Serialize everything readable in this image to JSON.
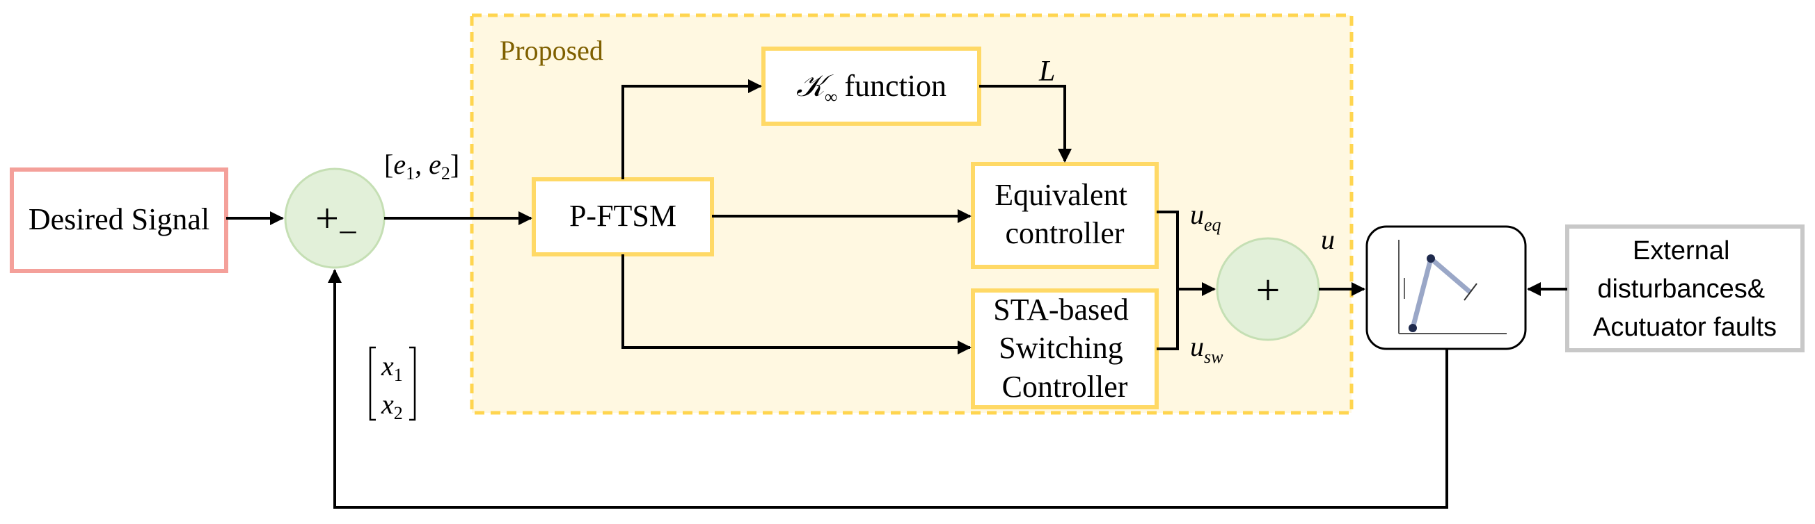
{
  "diagram": {
    "region": {
      "label": "Proposed"
    },
    "blocks": {
      "desired": {
        "label": "Desired Signal"
      },
      "sum1": {
        "label": "+",
        "sub": "–"
      },
      "pftsm": {
        "label": "P-FTSM"
      },
      "kinf": {
        "symbol": "𝒦",
        "sub": "∞",
        "text": "function"
      },
      "equivalent": {
        "lines": [
          "Equivalent",
          "controller"
        ]
      },
      "sta": {
        "lines": [
          "STA-based",
          "Switching",
          "Controller"
        ]
      },
      "sum2": {
        "label": "+"
      },
      "robot": {
        "icon": "robot-arm-icon"
      },
      "external": {
        "lines": [
          "External",
          "disturbances&",
          "Acutuator faults"
        ]
      }
    },
    "signals": {
      "error": {
        "open": "[",
        "e": "e",
        "s1": "1",
        "comma": ", ",
        "s2": "2",
        "close": "]"
      },
      "L": {
        "label": "L"
      },
      "ueq": {
        "base": "u",
        "sub": "eq"
      },
      "usw": {
        "base": "u",
        "sub": "sw"
      },
      "u": {
        "label": "u"
      },
      "state": {
        "x": "x",
        "s1": "1",
        "s2": "2"
      }
    },
    "colors": {
      "desired_border": "#f4a09a",
      "sum_fill": "#e2f0d9",
      "sum_border": "#c5dfb4",
      "proposed_fill": "#fff8e1",
      "proposed_border": "#ffd54f",
      "proposed_label": "#7f6000",
      "block_border": "#ffd966",
      "external_border": "#c8c8c8",
      "line": "#000000"
    }
  }
}
